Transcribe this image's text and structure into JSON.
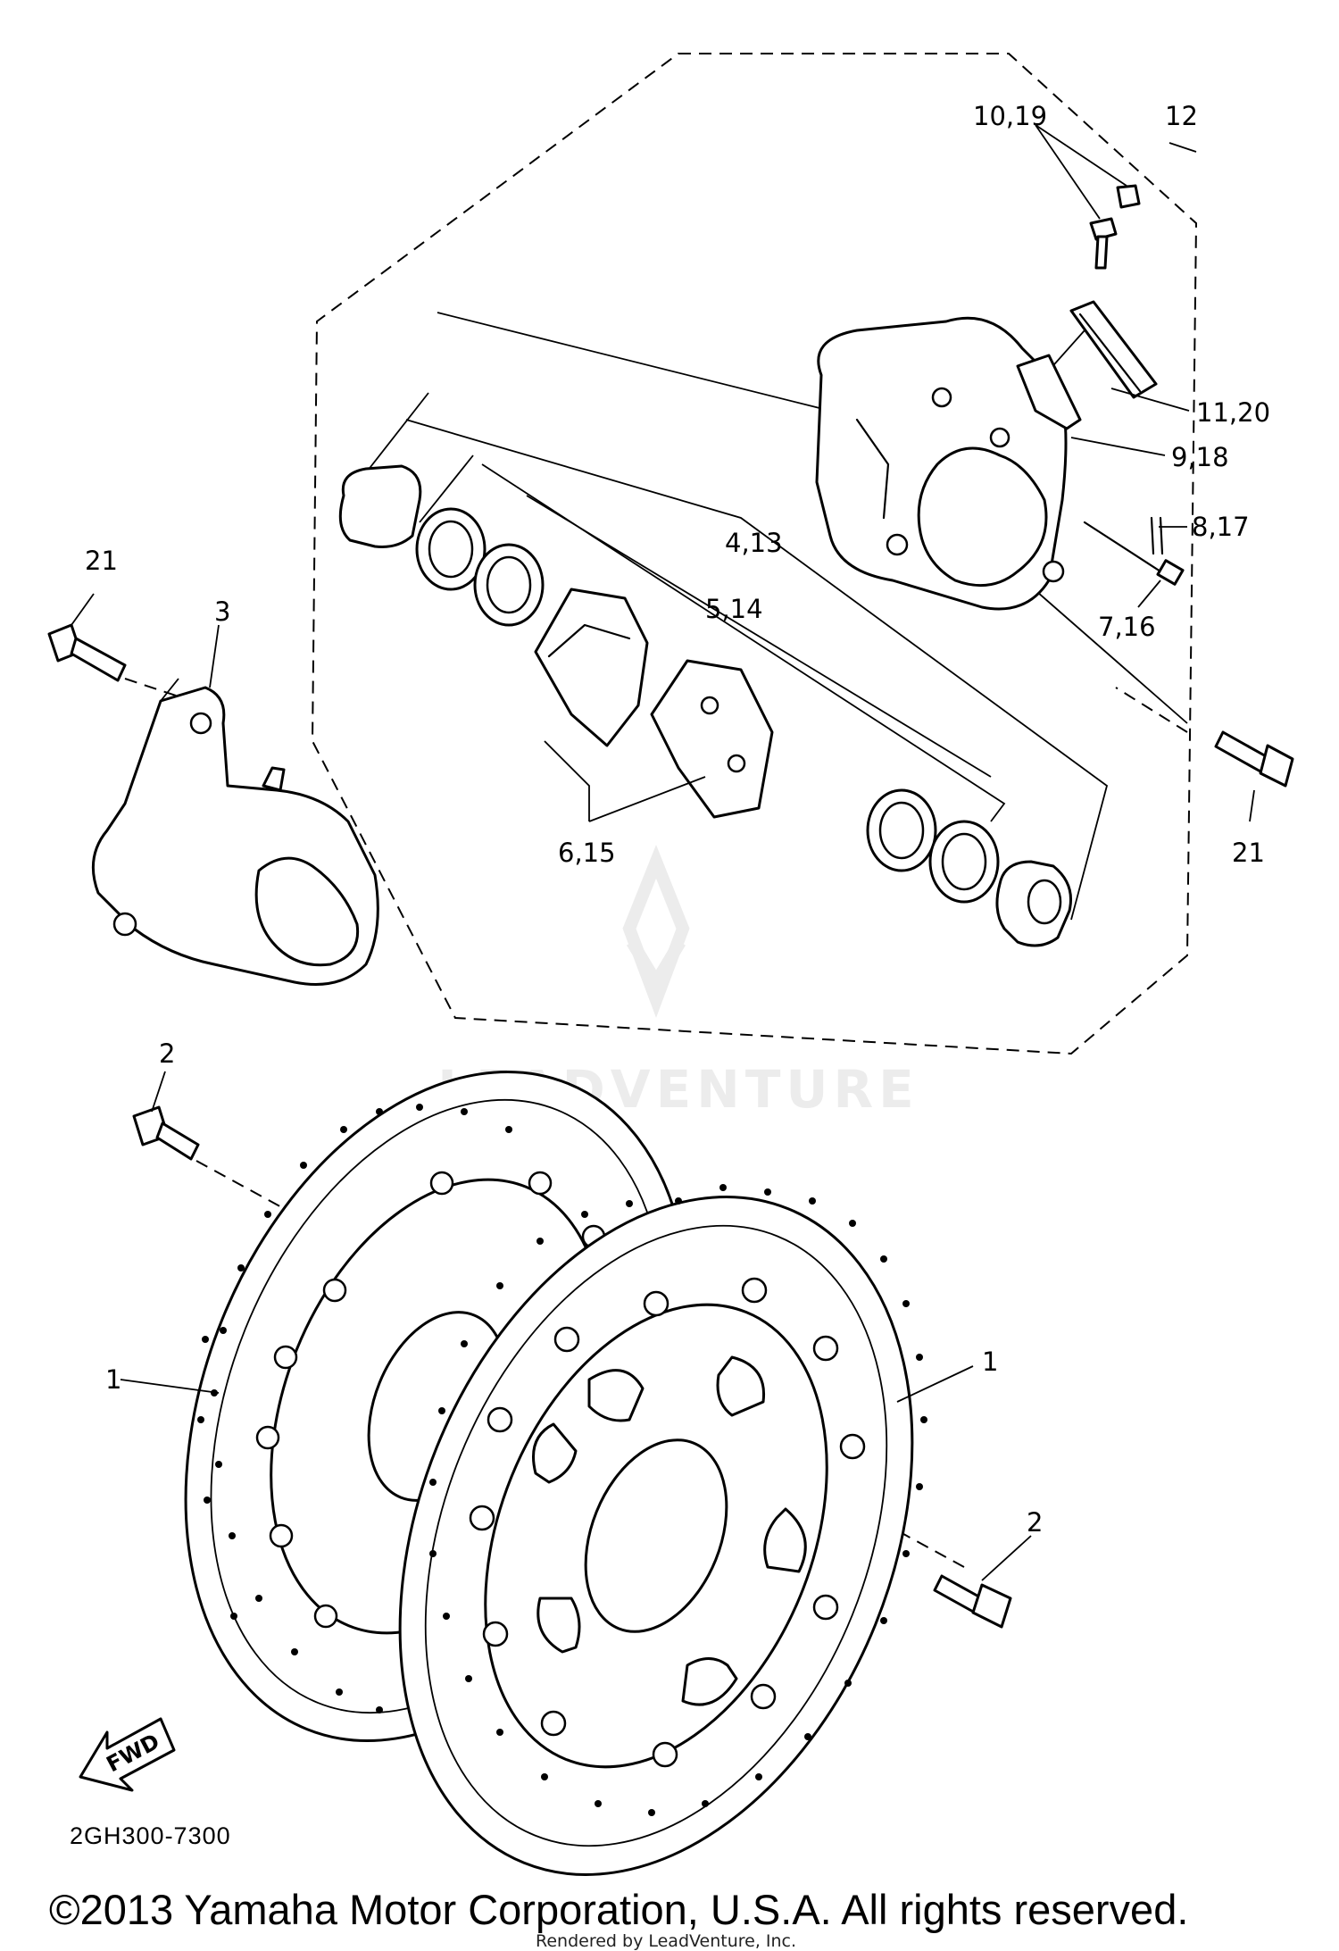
{
  "diagram": {
    "callouts": {
      "c_10_19": "10,19",
      "c_12": "12",
      "c_11_20": "11,20",
      "c_9_18": "9,18",
      "c_8_17": "8,17",
      "c_4_13": "4,13",
      "c_5_14": "5,14",
      "c_7_16": "7,16",
      "c_21_left": "21",
      "c_3": "3",
      "c_21_right": "21",
      "c_6_15": "6,15",
      "c_2_top": "2",
      "c_1_left": "1",
      "c_1_right": "1",
      "c_2_bottom": "2"
    },
    "direction_badge": "FWD",
    "diagram_code": "2GH300-7300",
    "watermark": "LEADVENTURE",
    "copyright": "©2013 Yamaha Motor Corporation, U.S.A. All rights reserved.",
    "credit": "Rendered by LeadVenture, Inc."
  }
}
